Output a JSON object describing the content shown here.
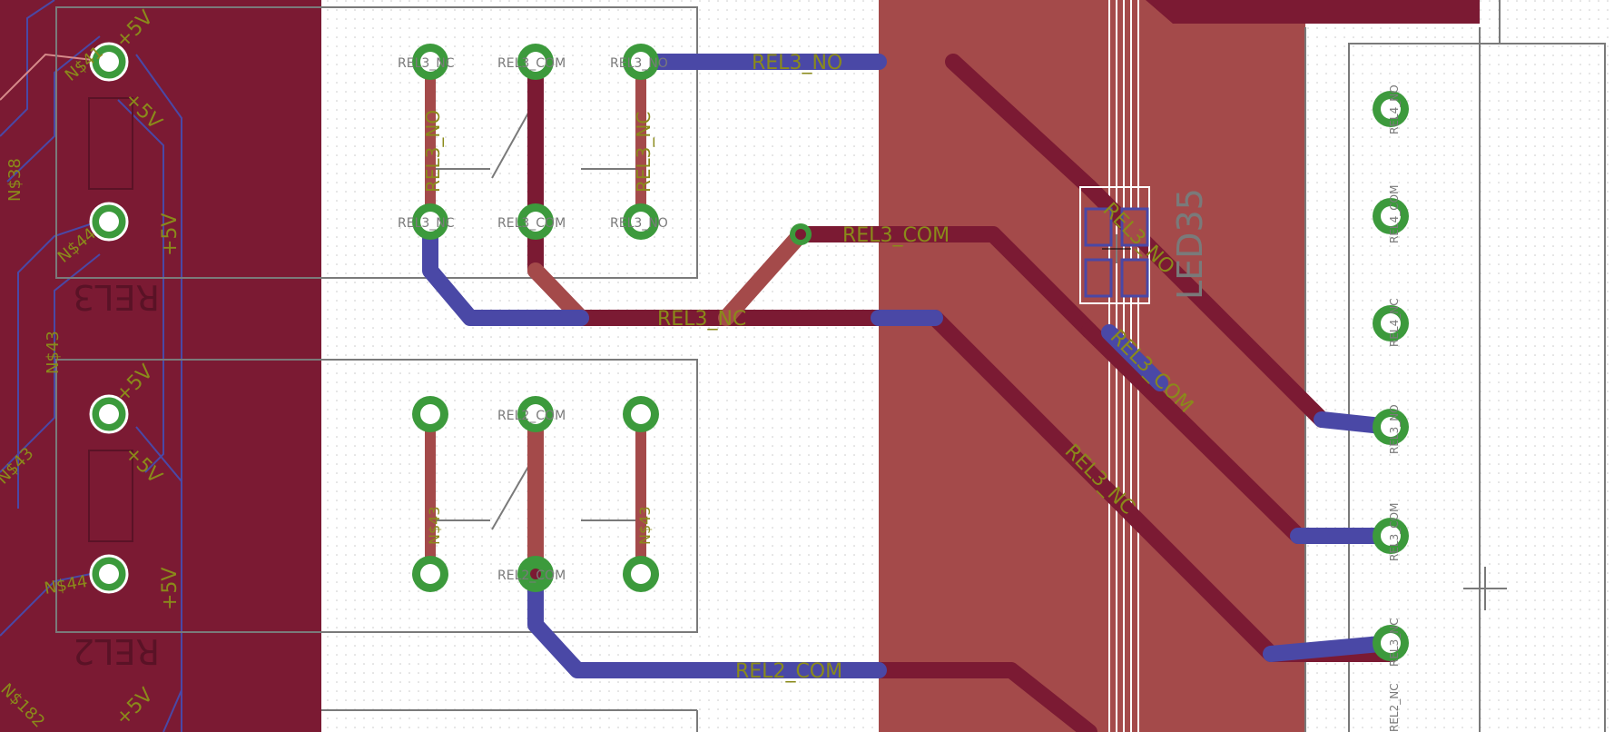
{
  "colors": {
    "background": "#ffffff",
    "top_copper": "#7b1a33",
    "top_copper_fill": "#a44a4a",
    "bottom_copper": "#4a48a6",
    "pad_ring": "#3c9a3c",
    "pad_hole": "#ffffff",
    "silkscreen": "#7a7a7a",
    "net_label": "#8a8a1a",
    "grid_dot": "#c9c9c9"
  },
  "board": {
    "reference_labels": [
      "REL3",
      "REL2",
      "LED35"
    ],
    "net_labels": {
      "rel3_no": "REL3_NO",
      "rel3_com": "REL3_COM",
      "rel3_nc": "REL3_NC",
      "rel2_com": "REL2_COM",
      "rel3_no_rot": "REL3_NO",
      "rel3_com_rot": "REL3_COM",
      "rel3_nc_rot": "REL3_NC",
      "rel3_no_vert": "REL3_NO",
      "rel3_nc_vert": "REL3_NC"
    },
    "pad_names": {
      "rel3_top_1": "REL3_NC",
      "rel3_top_2": "REL3_COM",
      "rel3_top_3": "REL3_NO",
      "rel3_bot_1": "REL3_NC",
      "rel3_bot_2": "REL3_COM",
      "rel3_bot_3": "REL3_NO",
      "rel2_top_2": "REL2_COM",
      "rel2_bot_2": "REL2_COM",
      "rel2_vert_1": "N$43",
      "rel2_vert_3": "N$43"
    },
    "power_labels": [
      "+5V",
      "+5V",
      "+5V",
      "+5V",
      "+5V",
      "+5V",
      "+5V"
    ],
    "side_nets": [
      "N$38",
      "N$43",
      "N$44",
      "N$43",
      "N$44",
      "N$182",
      "N$41"
    ],
    "connector_pads": [
      "REL4_NO",
      "REL4_COM",
      "REL4_NC",
      "REL3_NO",
      "REL3_COM",
      "REL3_NC",
      "REL2_NC"
    ]
  }
}
